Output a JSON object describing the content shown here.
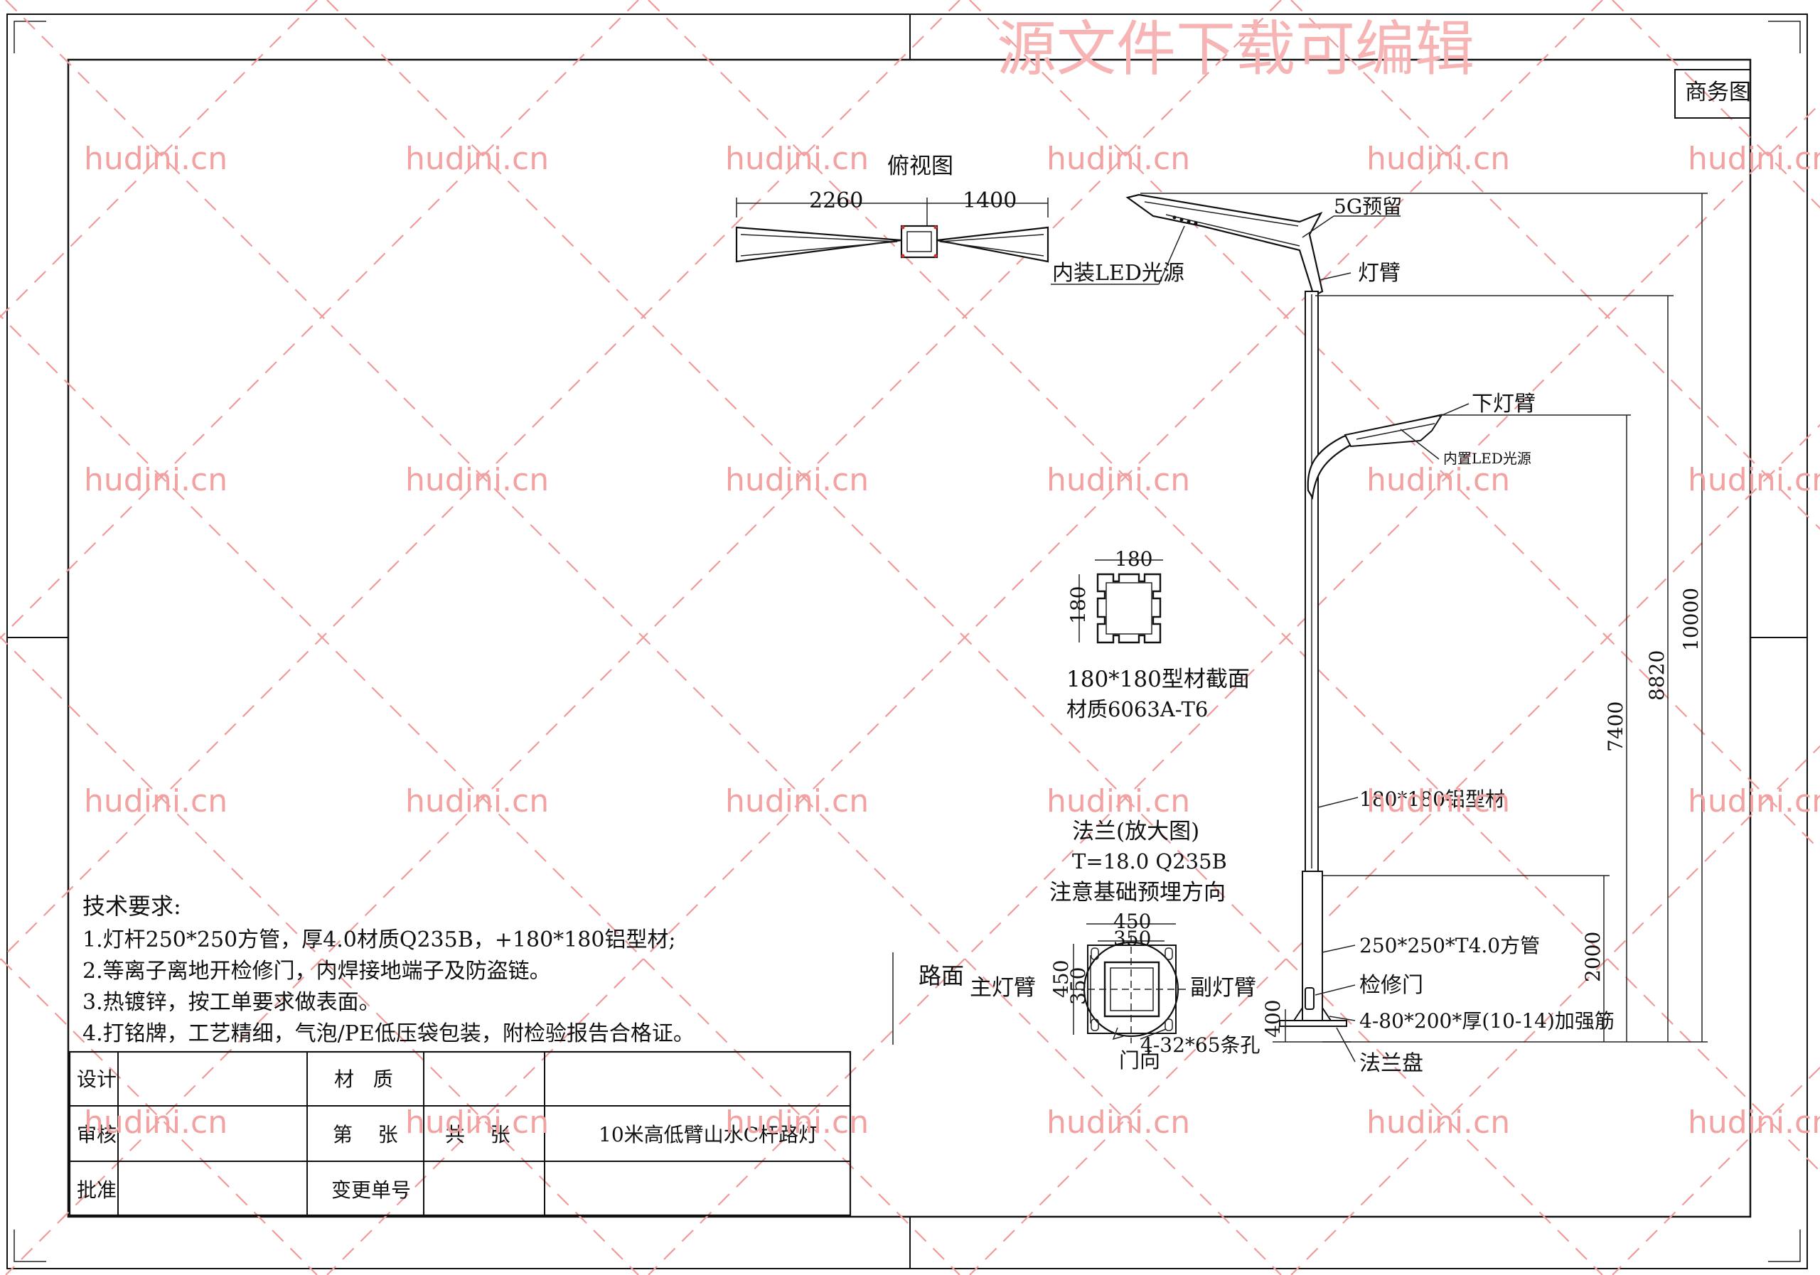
{
  "header": {
    "banner": "源文件下载可编辑",
    "corner_label": "商务图"
  },
  "watermark": {
    "text": "hudini.cn"
  },
  "top_view": {
    "title": "俯视图",
    "dim_left": "2260",
    "dim_right": "1400",
    "led_label": "内装LED光源"
  },
  "pole_labels": {
    "g5_reserve": "5G预留",
    "upper_arm": "灯臂",
    "lower_arm": "下灯臂",
    "lower_led": "内置LED光源",
    "aluminium_profile": "180*180铝型材",
    "square_tube": "250*250*T4.0方管",
    "service_door": "检修门",
    "ribs": "4-80*200*厚(10-14)加强筋",
    "base_flange": "法兰盘"
  },
  "dimensions": {
    "total_height": "10000",
    "upper_arm_height": "8820",
    "lower_arm_height": "7400",
    "tube_height": "2000",
    "flange_offset": "400"
  },
  "section": {
    "width": "180",
    "height": "180",
    "caption_1": "180*180型材截面",
    "caption_2": "材质6063A-T6"
  },
  "flange": {
    "caption_1": "法兰(放大图)",
    "caption_2": "T=18.0 Q235B",
    "caption_3": "注意基础预埋方向",
    "outer_dim": "450",
    "inner_dim": "350",
    "side_outer": "450",
    "side_inner": "350",
    "road_label": "路面",
    "main_arm": "主灯臂",
    "sub_arm": "副灯臂",
    "holes": "4-32*65条孔",
    "door_dir": "门向"
  },
  "tech": {
    "title": "技术要求:",
    "items": [
      "1.灯杆250*250方管，厚4.0材质Q235B，+180*180铝型材;",
      "2.等离子离地开检修门，内焊接地端子及防盗链。",
      "3.热镀锌，按工单要求做表面。",
      "4.打铭牌，工艺精细，气泡/PE低压袋包装，附检验报告合格证。"
    ]
  },
  "title_block": {
    "design": "设计",
    "review": "审核",
    "approve": "批准",
    "material": "材   质",
    "sheet_no": "第    张",
    "sheet_total": "共    张",
    "change_no": "变更单号",
    "drawing_title": "10米高低臂山水C杆路灯"
  }
}
